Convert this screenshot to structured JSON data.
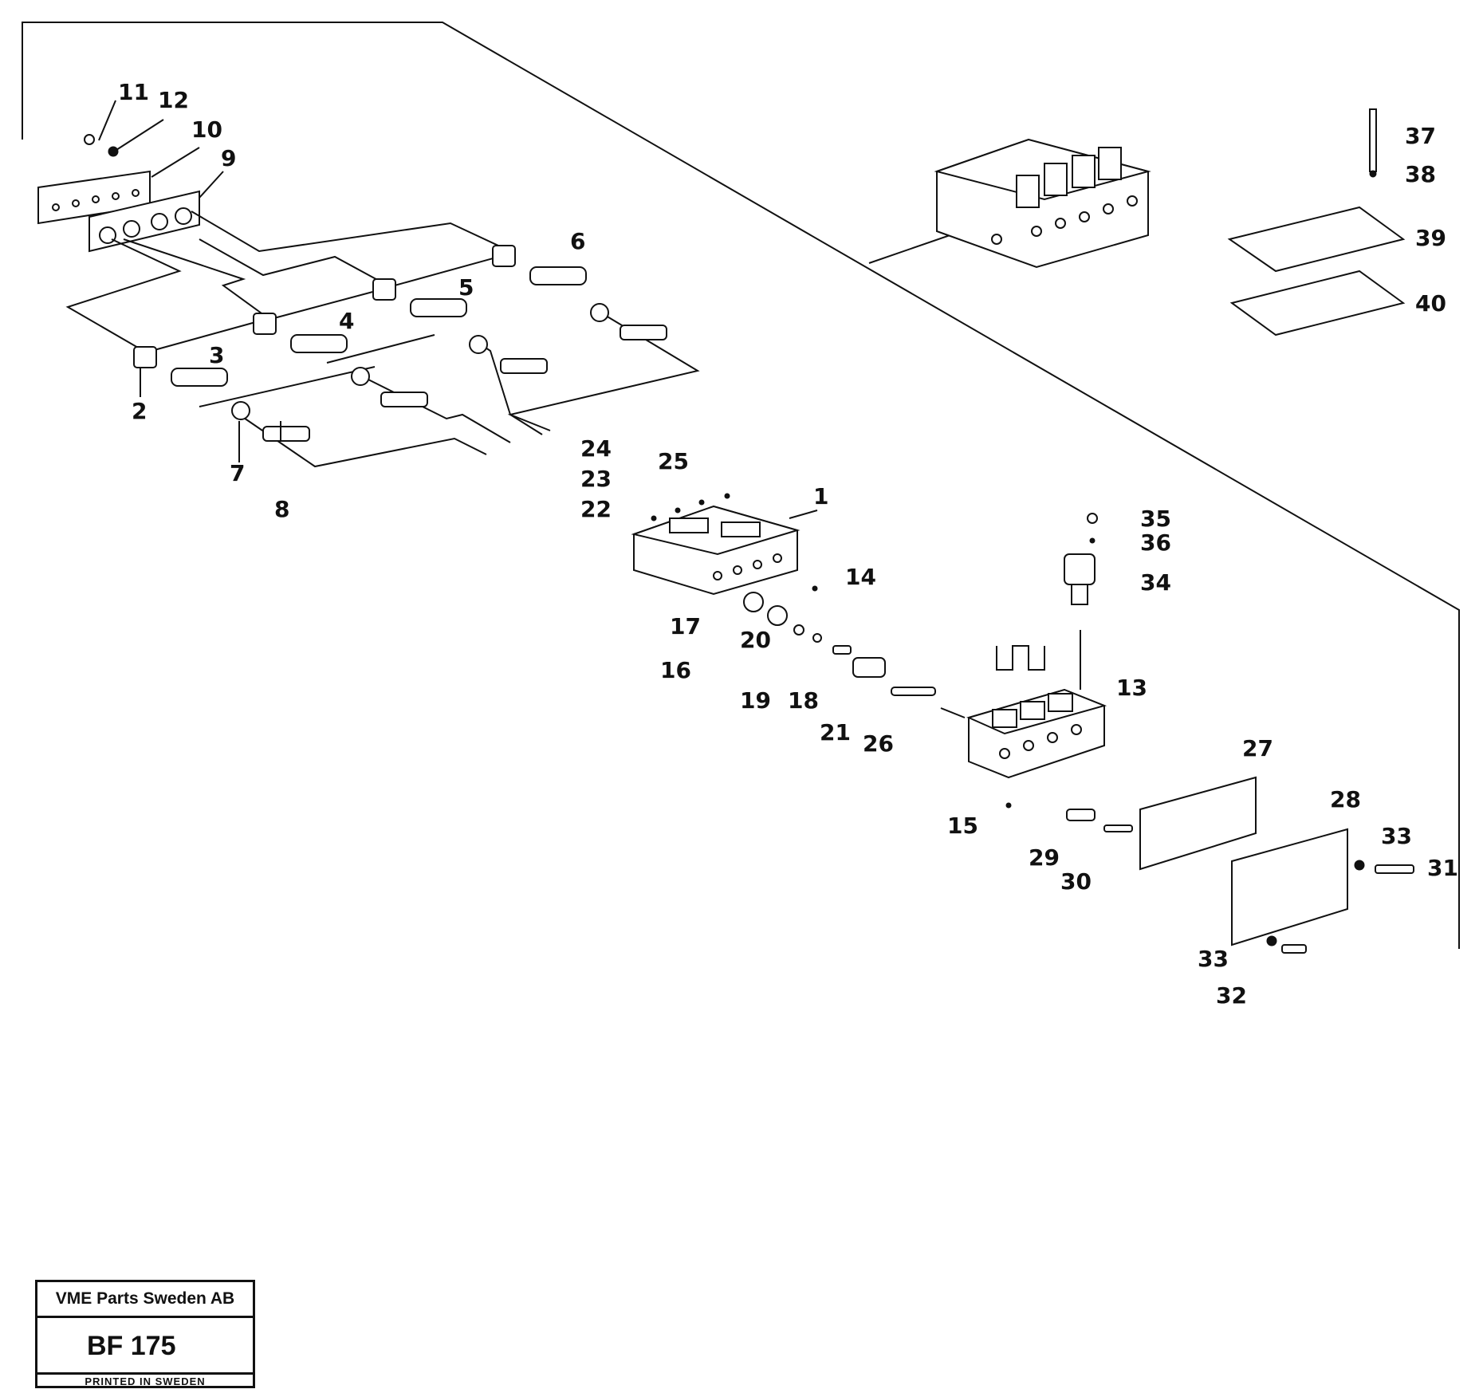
{
  "callouts": {
    "c1": "1",
    "c2": "2",
    "c3": "3",
    "c4": "4",
    "c5": "5",
    "c6": "6",
    "c7": "7",
    "c8": "8",
    "c9": "9",
    "c10": "10",
    "c11": "11",
    "c12": "12",
    "c13": "13",
    "c14": "14",
    "c15": "15",
    "c16": "16",
    "c17": "17",
    "c18": "18",
    "c19": "19",
    "c20": "20",
    "c21": "21",
    "c22": "22",
    "c23": "23",
    "c24": "24",
    "c25": "25",
    "c26": "26",
    "c27": "27",
    "c28": "28",
    "c29": "29",
    "c30": "30",
    "c31": "31",
    "c32": "32",
    "c33a": "33",
    "c33b": "33",
    "c34": "34",
    "c35": "35",
    "c36": "36",
    "c37": "37",
    "c38": "38",
    "c39": "39",
    "c40": "40"
  },
  "title_block": {
    "company": "VME Parts Sweden AB",
    "code": "BF 175",
    "printed": "PRINTED IN SWEDEN"
  }
}
